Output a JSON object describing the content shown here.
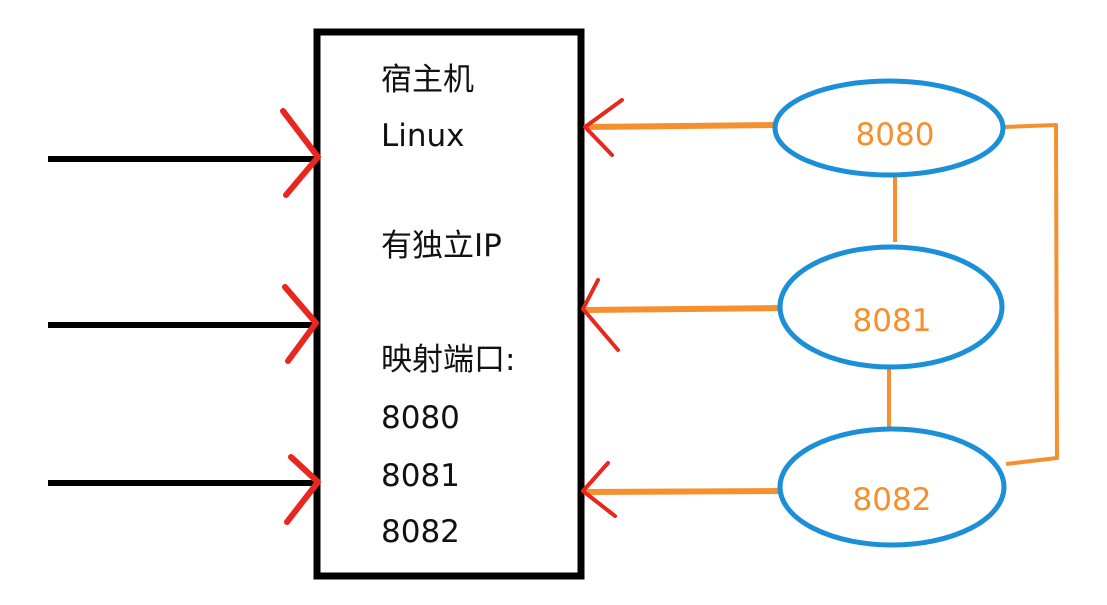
{
  "host": {
    "lines": [
      "宿主机",
      "Linux",
      "有独立IP",
      "映射端口:",
      "8080",
      "8081",
      "8082"
    ]
  },
  "containers": [
    {
      "label": "8080"
    },
    {
      "label": "8081"
    },
    {
      "label": "8082"
    }
  ],
  "colors": {
    "host_border": "#000000",
    "incoming_line": "#000000",
    "incoming_arrow": "#e8281e",
    "container_border": "#1b8fd8",
    "link": "#f6902f",
    "container_text": "#f6902f"
  }
}
